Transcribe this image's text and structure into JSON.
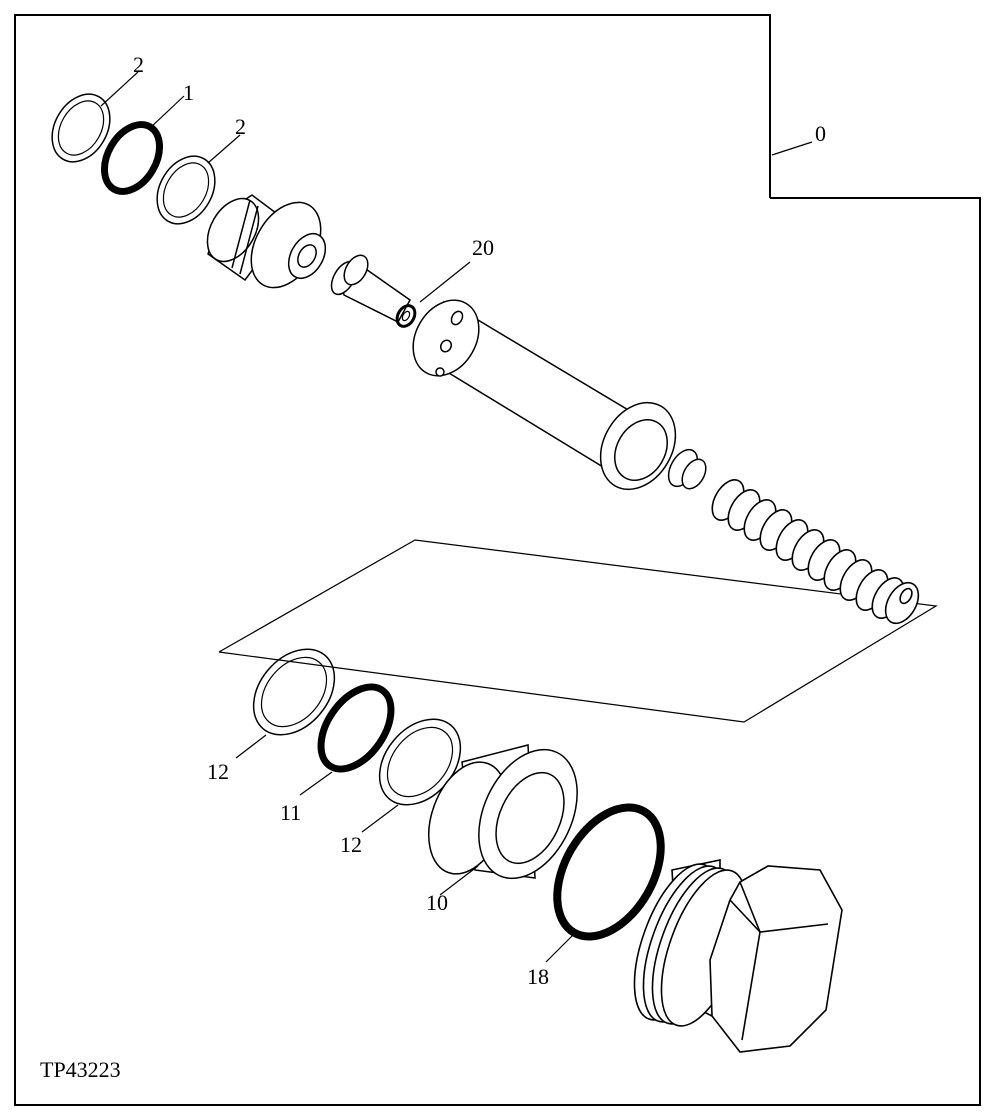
{
  "figure_id": "TP43223",
  "callouts": {
    "c0": "0",
    "c1": "1",
    "c2a": "2",
    "c2b": "2",
    "c20": "20",
    "c12a": "12",
    "c11": "11",
    "c12b": "12",
    "c10": "10",
    "c18": "18"
  }
}
